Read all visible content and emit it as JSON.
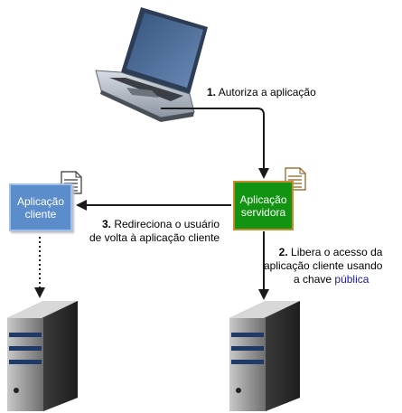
{
  "nodes": {
    "client_app": {
      "line1": "Aplicação",
      "line2": "cliente"
    },
    "server_app": {
      "line1": "Aplicação",
      "line2": "servidora"
    }
  },
  "steps": {
    "step1": {
      "number": "1.",
      "text": "Autoriza a aplicação"
    },
    "step3": {
      "number": "3.",
      "line1": "Redireciona o usuário",
      "line2": "de volta à aplicação cliente"
    },
    "step2": {
      "number": "2.",
      "line1": "Libera o acesso da",
      "line2": "aplicação cliente usando",
      "line3_prefix": "a chave",
      "line3_highlight": "pública"
    }
  },
  "colors": {
    "client_fill": "#5b8dcb",
    "server_fill": "#129412",
    "server_border": "#c58b2e",
    "highlight_text": "#1a1aa6"
  }
}
